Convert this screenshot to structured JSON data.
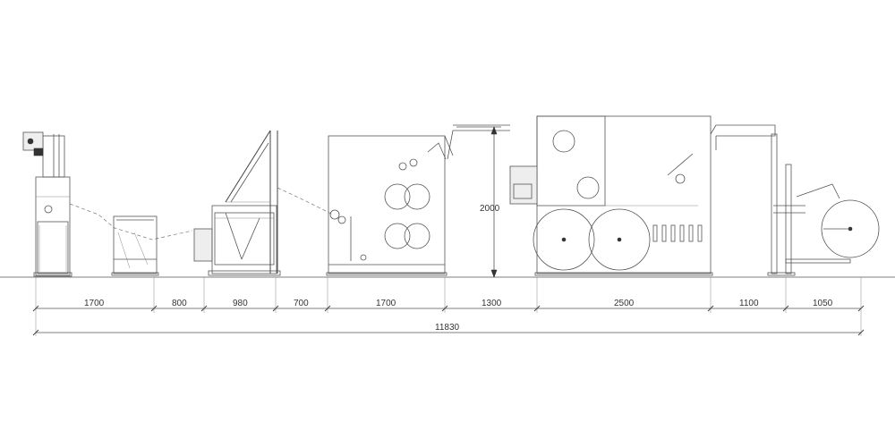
{
  "drawing": {
    "dimensions": {
      "segments": [
        "1700",
        "800",
        "980",
        "700",
        "1700",
        "1300",
        "2500",
        "1100",
        "1050"
      ],
      "total": "11830",
      "height": "2000"
    }
  }
}
